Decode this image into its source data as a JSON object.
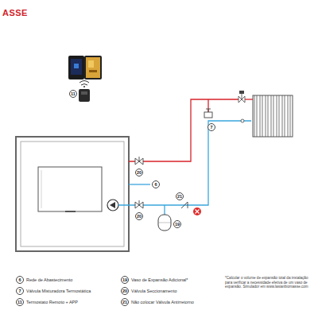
{
  "diagram": {
    "labels": [
      "ASSE",
      "11",
      "20",
      "6",
      "20",
      "21",
      "19",
      "7",
      "6",
      "7",
      "11",
      "19",
      "20",
      "21",
      "*Calcular o volume de expansão total da instalação para verificar a necessidade efetiva de um vaso de expansão. Simulador em www.lasianbiomasse.com"
    ],
    "legend": [
      {
        "text": "Rede de Abastecimento"
      },
      {
        "text": "Válvula Misturadora Termostática"
      },
      {
        "text": "Termostato Remoto + APP"
      },
      {
        "text": "Vaso de Expansão Adicional*"
      },
      {
        "text": "Válvula Seccionamento"
      },
      {
        "text": "Não colocar Válvula Antirretorno"
      }
    ]
  }
}
